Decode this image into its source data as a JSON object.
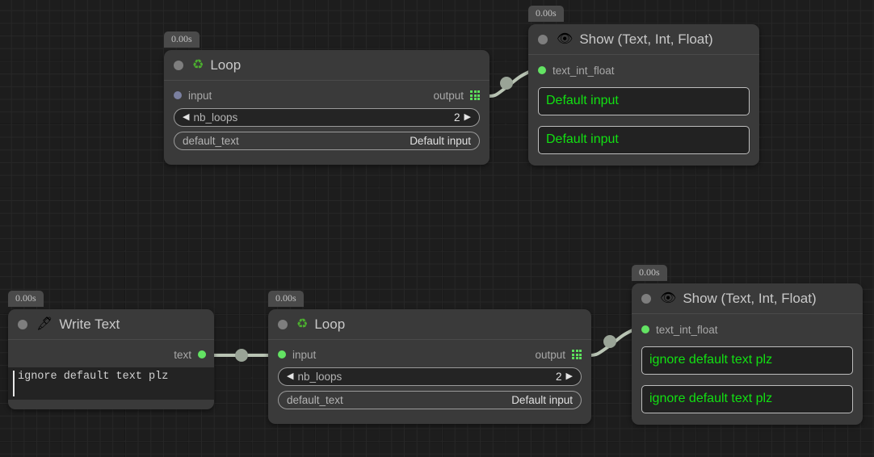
{
  "canvas": {
    "background": "#1d1d1d",
    "grid_minor_color": "#272727",
    "grid_major_color": "#161616"
  },
  "colors": {
    "node_bg": "#3a3a3a",
    "port_connected": "#63e363",
    "port_idle": "#7b80a0",
    "output_text": "#12e012",
    "edge": "#b9c4b4",
    "timer_bg": "#4a4a4a"
  },
  "nodes": [
    {
      "id": "loop-top",
      "timer": "0.00s",
      "icon": "recycle-icon",
      "icon_glyph": "♻",
      "title": "Loop",
      "input_label": "input",
      "input_state": "idle",
      "output_label": "output",
      "fields": [
        {
          "name": "nb_loops",
          "value": "2",
          "type": "stepper"
        },
        {
          "name": "default_text",
          "value": "Default input",
          "type": "text"
        }
      ]
    },
    {
      "id": "show-top",
      "timer": "0.00s",
      "icon": "eye-icon",
      "icon_glyph": "👁",
      "title": "Show (Text, Int, Float)",
      "input_label": "text_int_float",
      "input_state": "connected",
      "outputs": [
        "Default input",
        "Default input"
      ]
    },
    {
      "id": "write-text",
      "timer": "0.00s",
      "icon": "pen-nib-icon",
      "icon_glyph": "🖋",
      "title": "Write Text",
      "output_label": "text",
      "output_state": "connected",
      "text_value": "ignore default text plz"
    },
    {
      "id": "loop-bottom",
      "timer": "0.00s",
      "icon": "recycle-icon",
      "icon_glyph": "♻",
      "title": "Loop",
      "input_label": "input",
      "input_state": "connected",
      "output_label": "output",
      "fields": [
        {
          "name": "nb_loops",
          "value": "2",
          "type": "stepper"
        },
        {
          "name": "default_text",
          "value": "Default input",
          "type": "text"
        }
      ]
    },
    {
      "id": "show-bottom",
      "timer": "0.00s",
      "icon": "eye-icon",
      "icon_glyph": "👁",
      "title": "Show (Text, Int, Float)",
      "input_label": "text_int_float",
      "input_state": "connected",
      "outputs": [
        "ignore default text plz",
        "ignore default text plz"
      ]
    }
  ],
  "stepper_arrows": {
    "left": "◀",
    "right": "▶"
  }
}
